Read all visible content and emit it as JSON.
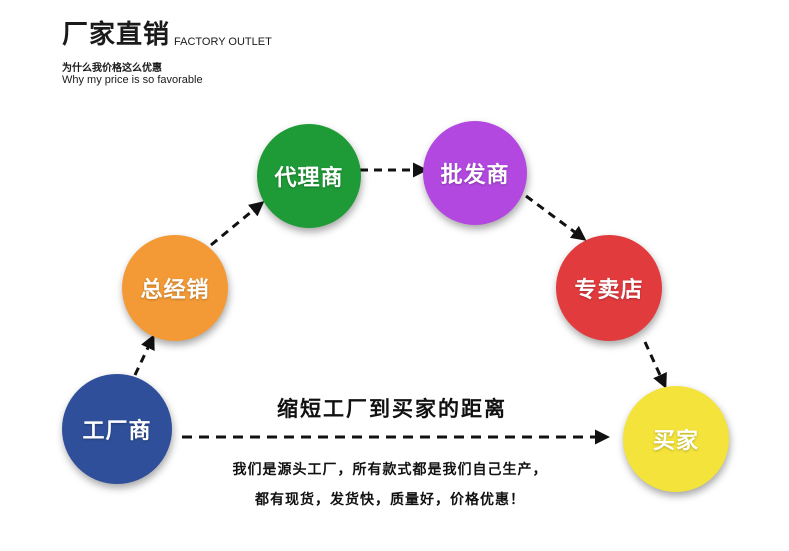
{
  "header": {
    "title_cn": "厂家直销",
    "title_en": "FACTORY OUTLET",
    "subtitle_cn": "为什么我价格这么优惠",
    "subtitle_en": "Why my price is so favorable"
  },
  "nodes": {
    "factory": {
      "label": "工厂商",
      "color": "#2f4f9a"
    },
    "distributor": {
      "label": "总经销",
      "color": "#f39a36"
    },
    "agent": {
      "label": "代理商",
      "color": "#1e9a37"
    },
    "wholesaler": {
      "label": "批发商",
      "color": "#b248e0"
    },
    "store": {
      "label": "专卖店",
      "color": "#e23b3e"
    },
    "buyer": {
      "label": "买家",
      "color": "#f3e33a"
    }
  },
  "main_text": "缩短工厂到买家的距离",
  "description": {
    "line1": "我们是源头工厂，所有款式都是我们自己生产，",
    "line2": "都有现货，发货快，质量好，价格优惠！"
  }
}
